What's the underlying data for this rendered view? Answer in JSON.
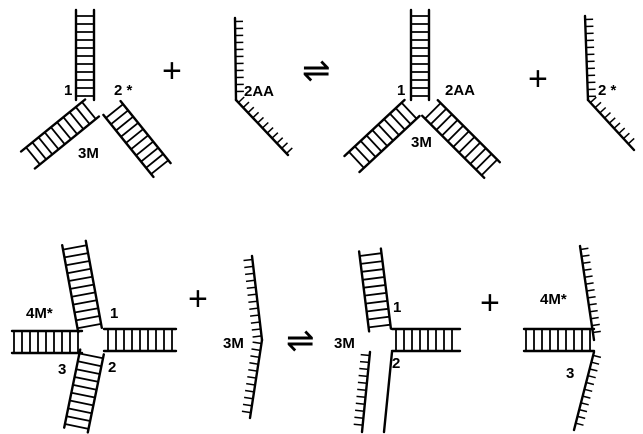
{
  "reaction1": {
    "left_junction": {
      "arm_1": "1",
      "arm_2": "2 *",
      "arm_3": "3M"
    },
    "plus_a": "+",
    "incoming_strand": "2AA",
    "equilibrium": "⇌",
    "right_junction": {
      "arm_1": "1",
      "arm_2": "2AA",
      "arm_3": "3M"
    },
    "plus_b": "+",
    "released_strand": "2 *"
  },
  "reaction2": {
    "left_junction": {
      "arm_4": "4M*",
      "arm_1": "1",
      "arm_3": "3",
      "arm_2": "2"
    },
    "plus_a": "+",
    "incoming_strand": "3M",
    "equilibrium": "⇌",
    "right_junction": {
      "arm_3": "3M",
      "arm_1": "1",
      "arm_2": "2"
    },
    "plus_b": "+",
    "released_duplex": {
      "arm_4": "4M*",
      "arm_3": "3"
    }
  }
}
